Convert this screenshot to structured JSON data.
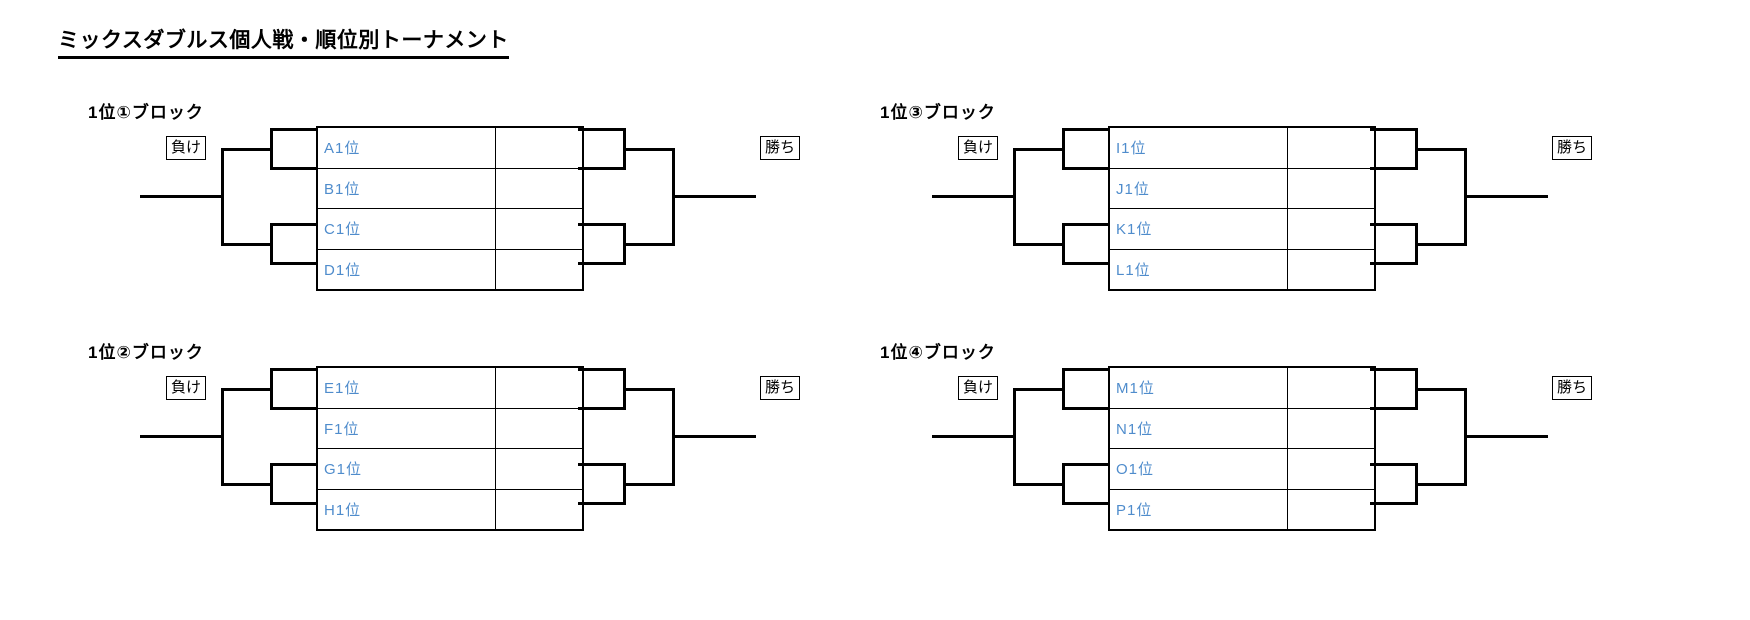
{
  "page": {
    "title": "ミックスダブルス個人戦・順位別トーナメント"
  },
  "labels": {
    "lose": "負け",
    "win": "勝ち"
  },
  "colors": {
    "entry_text": "#4f8ccc",
    "line": "#000000",
    "background": "#ffffff"
  },
  "blocks": [
    {
      "id": "block-1",
      "title": "1位①ブロック",
      "lose_label": "負け",
      "win_label": "勝ち",
      "entries": [
        {
          "name": "A1位",
          "result": ""
        },
        {
          "name": "B1位",
          "result": ""
        },
        {
          "name": "C1位",
          "result": ""
        },
        {
          "name": "D1位",
          "result": ""
        }
      ]
    },
    {
      "id": "block-2",
      "title": "1位②ブロック",
      "lose_label": "負け",
      "win_label": "勝ち",
      "entries": [
        {
          "name": "E1位",
          "result": ""
        },
        {
          "name": "F1位",
          "result": ""
        },
        {
          "name": "G1位",
          "result": ""
        },
        {
          "name": "H1位",
          "result": ""
        }
      ]
    },
    {
      "id": "block-3",
      "title": "1位③ブロック",
      "lose_label": "負け",
      "win_label": "勝ち",
      "entries": [
        {
          "name": "I1位",
          "result": ""
        },
        {
          "name": "J1位",
          "result": ""
        },
        {
          "name": "K1位",
          "result": ""
        },
        {
          "name": "L1位",
          "result": ""
        }
      ]
    },
    {
      "id": "block-4",
      "title": "1位④ブロック",
      "lose_label": "負け",
      "win_label": "勝ち",
      "entries": [
        {
          "name": "M1位",
          "result": ""
        },
        {
          "name": "N1位",
          "result": ""
        },
        {
          "name": "O1位",
          "result": ""
        },
        {
          "name": "P1位",
          "result": ""
        }
      ]
    }
  ]
}
